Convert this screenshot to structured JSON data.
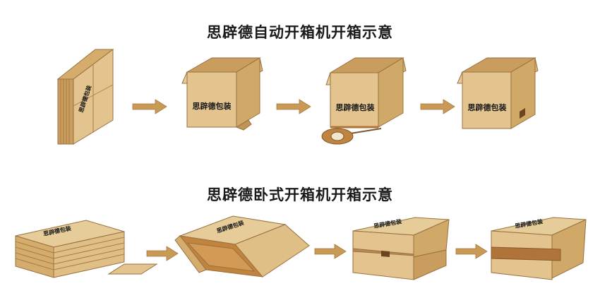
{
  "section_top": {
    "title": "思辟德自动开箱机开箱示意",
    "box_label": "思辟德包装"
  },
  "section_bottom": {
    "title": "思辟德卧式开箱机开箱示意",
    "box_label": "思辟德包装"
  },
  "colors": {
    "cardboard_light": "#e3c48e",
    "cardboard_mid": "#d4ad6d",
    "cardboard_dark": "#bf9455",
    "outline": "#9a7040",
    "arrow": "#c99a55",
    "tape": "#b0733a"
  }
}
